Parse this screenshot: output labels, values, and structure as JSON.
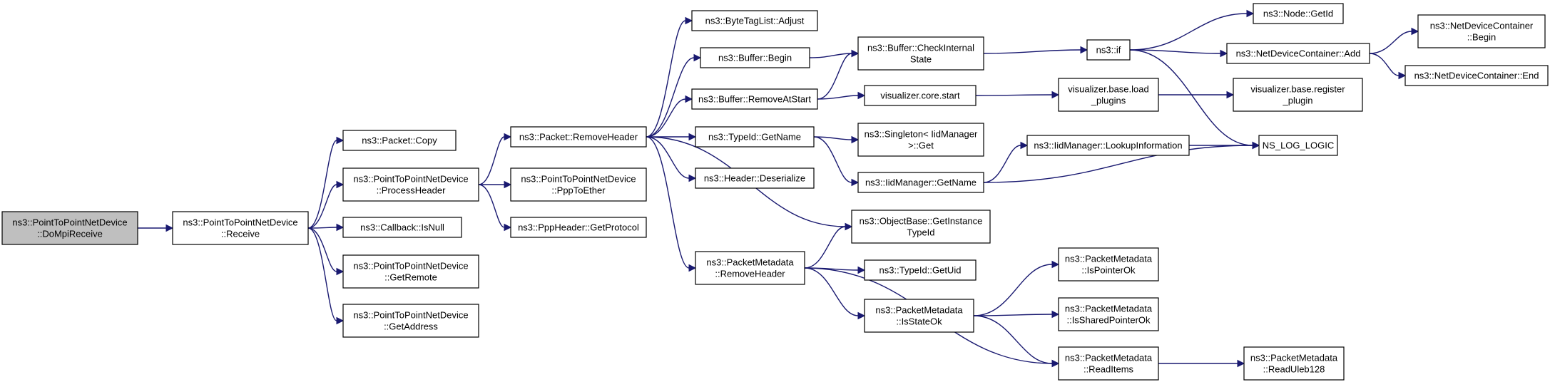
{
  "graph": {
    "colors": {
      "edge": "#191970",
      "node_border": "#000000",
      "root_fill": "#bfbfbf",
      "node_fill": "#ffffff"
    },
    "nodes": [
      {
        "id": "domprireceive",
        "lines": [
          "ns3::PointToPointNetDevice",
          "::DoMpiReceive"
        ],
        "root": true
      },
      {
        "id": "receive",
        "lines": [
          "ns3::PointToPointNetDevice",
          "::Receive"
        ]
      },
      {
        "id": "packet-copy",
        "lines": [
          "ns3::Packet::Copy"
        ]
      },
      {
        "id": "processheader",
        "lines": [
          "ns3::PointToPointNetDevice",
          "::ProcessHeader"
        ]
      },
      {
        "id": "callback-isnull",
        "lines": [
          "ns3::Callback::IsNull"
        ]
      },
      {
        "id": "getremote",
        "lines": [
          "ns3::PointToPointNetDevice",
          "::GetRemote"
        ]
      },
      {
        "id": "getaddress",
        "lines": [
          "ns3::PointToPointNetDevice",
          "::GetAddress"
        ]
      },
      {
        "id": "packet-removeheader",
        "lines": [
          "ns3::Packet::RemoveHeader"
        ]
      },
      {
        "id": "ppptoether",
        "lines": [
          "ns3::PointToPointNetDevice",
          "::PppToEther"
        ]
      },
      {
        "id": "pppheader-getprotocol",
        "lines": [
          "ns3::PppHeader::GetProtocol"
        ]
      },
      {
        "id": "bytetaglist-adjust",
        "lines": [
          "ns3::ByteTagList::Adjust"
        ]
      },
      {
        "id": "buffer-begin",
        "lines": [
          "ns3::Buffer::Begin"
        ]
      },
      {
        "id": "buffer-removeatstart",
        "lines": [
          "ns3::Buffer::RemoveAtStart"
        ]
      },
      {
        "id": "typeid-getname",
        "lines": [
          "ns3::TypeId::GetName"
        ]
      },
      {
        "id": "header-deserialize",
        "lines": [
          "ns3::Header::Deserialize"
        ]
      },
      {
        "id": "packetmetadata-removeheader",
        "lines": [
          "ns3::PacketMetadata",
          "::RemoveHeader"
        ]
      },
      {
        "id": "buffer-checkinternalstate",
        "lines": [
          "ns3::Buffer::CheckInternal",
          "State"
        ]
      },
      {
        "id": "visualizer-core-start",
        "lines": [
          "visualizer.core.start"
        ]
      },
      {
        "id": "singleton-get",
        "lines": [
          "ns3::Singleton< IidManager",
          ">::Get"
        ]
      },
      {
        "id": "iidmanager-getname",
        "lines": [
          "ns3::IidManager::GetName"
        ]
      },
      {
        "id": "objectbase-getinstancetypeid",
        "lines": [
          "ns3::ObjectBase::GetInstance",
          "TypeId"
        ]
      },
      {
        "id": "typeid-getuid",
        "lines": [
          "ns3::TypeId::GetUid"
        ]
      },
      {
        "id": "packetmetadata-isstateok",
        "lines": [
          "ns3::PacketMetadata",
          "::IsStateOk"
        ]
      },
      {
        "id": "ns3-if",
        "lines": [
          "ns3::if"
        ]
      },
      {
        "id": "visualizer-base-load-plugins",
        "lines": [
          "visualizer.base.load",
          "_plugins"
        ]
      },
      {
        "id": "iidmanager-lookupinformation",
        "lines": [
          "ns3::IidManager::LookupInformation"
        ]
      },
      {
        "id": "packetmetadata-ispointerok",
        "lines": [
          "ns3::PacketMetadata",
          "::IsPointerOk"
        ]
      },
      {
        "id": "packetmetadata-issharedpointerok",
        "lines": [
          "ns3::PacketMetadata",
          "::IsSharedPointerOk"
        ]
      },
      {
        "id": "packetmetadata-readitems",
        "lines": [
          "ns3::PacketMetadata",
          "::ReadItems"
        ]
      },
      {
        "id": "node-getid",
        "lines": [
          "ns3::Node::GetId"
        ]
      },
      {
        "id": "netdevicecontainer-add",
        "lines": [
          "ns3::NetDeviceContainer::Add"
        ]
      },
      {
        "id": "visualizer-base-register-plugin",
        "lines": [
          "visualizer.base.register",
          "_plugin"
        ]
      },
      {
        "id": "ns-log-logic",
        "lines": [
          "NS_LOG_LOGIC"
        ]
      },
      {
        "id": "packetmetadata-readuleb128",
        "lines": [
          "ns3::PacketMetadata",
          "::ReadUleb128"
        ]
      },
      {
        "id": "netdevicecontainer-begin",
        "lines": [
          "ns3::NetDeviceContainer",
          "::Begin"
        ]
      },
      {
        "id": "netdevicecontainer-end",
        "lines": [
          "ns3::NetDeviceContainer::End"
        ]
      }
    ],
    "edges": [
      [
        "domprireceive",
        "receive"
      ],
      [
        "receive",
        "packet-copy"
      ],
      [
        "receive",
        "processheader"
      ],
      [
        "receive",
        "callback-isnull"
      ],
      [
        "receive",
        "getremote"
      ],
      [
        "receive",
        "getaddress"
      ],
      [
        "processheader",
        "packet-removeheader"
      ],
      [
        "processheader",
        "ppptoether"
      ],
      [
        "processheader",
        "pppheader-getprotocol"
      ],
      [
        "packet-removeheader",
        "bytetaglist-adjust"
      ],
      [
        "packet-removeheader",
        "buffer-begin"
      ],
      [
        "packet-removeheader",
        "buffer-removeatstart"
      ],
      [
        "packet-removeheader",
        "typeid-getname"
      ],
      [
        "packet-removeheader",
        "header-deserialize"
      ],
      [
        "packet-removeheader",
        "packetmetadata-removeheader"
      ],
      [
        "packet-removeheader",
        "objectbase-getinstancetypeid"
      ],
      [
        "buffer-begin",
        "buffer-checkinternalstate"
      ],
      [
        "buffer-removeatstart",
        "buffer-checkinternalstate"
      ],
      [
        "buffer-removeatstart",
        "visualizer-core-start"
      ],
      [
        "typeid-getname",
        "singleton-get"
      ],
      [
        "typeid-getname",
        "iidmanager-getname"
      ],
      [
        "packetmetadata-removeheader",
        "objectbase-getinstancetypeid"
      ],
      [
        "packetmetadata-removeheader",
        "typeid-getuid"
      ],
      [
        "packetmetadata-removeheader",
        "packetmetadata-isstateok"
      ],
      [
        "packetmetadata-removeheader",
        "packetmetadata-readitems"
      ],
      [
        "buffer-checkinternalstate",
        "ns3-if"
      ],
      [
        "visualizer-core-start",
        "visualizer-base-load-plugins"
      ],
      [
        "iidmanager-getname",
        "iidmanager-lookupinformation"
      ],
      [
        "iidmanager-getname",
        "ns-log-logic"
      ],
      [
        "packetmetadata-isstateok",
        "packetmetadata-ispointerok"
      ],
      [
        "packetmetadata-isstateok",
        "packetmetadata-issharedpointerok"
      ],
      [
        "packetmetadata-isstateok",
        "packetmetadata-readitems"
      ],
      [
        "ns3-if",
        "node-getid"
      ],
      [
        "ns3-if",
        "netdevicecontainer-add"
      ],
      [
        "ns3-if",
        "ns-log-logic"
      ],
      [
        "visualizer-base-load-plugins",
        "visualizer-base-register-plugin"
      ],
      [
        "iidmanager-lookupinformation",
        "ns-log-logic"
      ],
      [
        "packetmetadata-readitems",
        "packetmetadata-readuleb128"
      ],
      [
        "netdevicecontainer-add",
        "netdevicecontainer-begin"
      ],
      [
        "netdevicecontainer-add",
        "netdevicecontainer-end"
      ]
    ]
  }
}
